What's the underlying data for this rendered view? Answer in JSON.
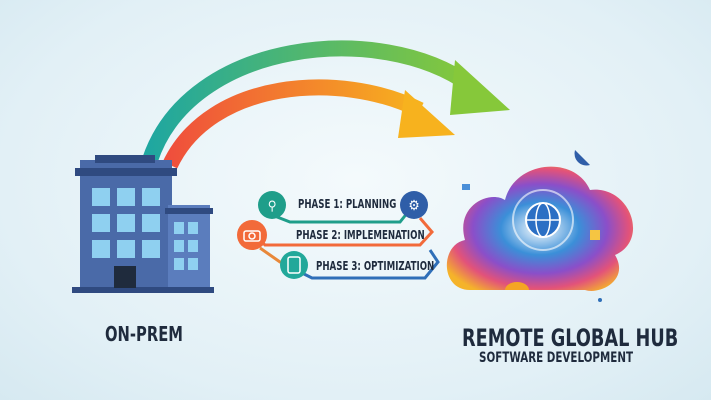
{
  "left": {
    "label": "ON-PREM"
  },
  "right": {
    "title": "REMOTE GLOBAL HUB",
    "subtitle": "SOFTWARE DEVELOPMENT"
  },
  "phases": [
    {
      "label": "PHASE 1: PLANNING",
      "color": "#1f9e8a"
    },
    {
      "label": "PHASE 2: IMPLEMENATION",
      "color": "#f26a3a"
    },
    {
      "label": "PHASE 3: OPTIMIZATION",
      "color": "#22a89a"
    }
  ],
  "colors": {
    "arrow_green": "#7cc63a",
    "arrow_teal": "#1fa7a0",
    "arrow_orange": "#f5a524",
    "arrow_red": "#ef5a3c",
    "building": "#4a6aa8",
    "gear": "#2f5ea8"
  }
}
